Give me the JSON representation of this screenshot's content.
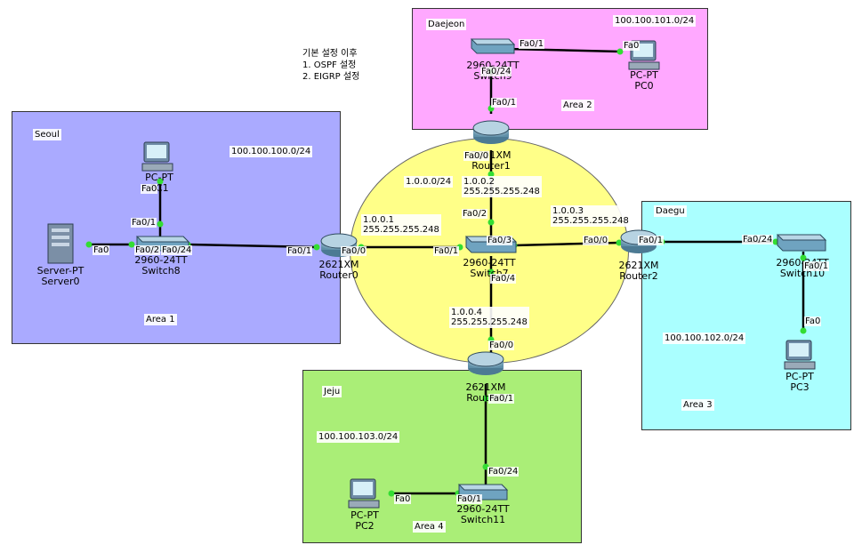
{
  "note": {
    "line1": "기본 설정 이후",
    "line2": "1. OSPF 설정",
    "line3": "2. EIGRP 설정"
  },
  "areas": {
    "seoul": {
      "name": "Seoul",
      "area": "Area 1",
      "net": "100.100.100.0/24",
      "color": "#aaaaff"
    },
    "daejeon": {
      "name": "Daejeon",
      "area": "Area 2",
      "net": "100.100.101.0/24",
      "color": "#ffa8ff"
    },
    "daegu": {
      "name": "Daegu",
      "area": "Area 3",
      "net": "100.100.102.0/24",
      "color": "#aaffff"
    },
    "jeju": {
      "name": "Jeju",
      "area": "Area 4",
      "net": "100.100.103.0/24",
      "color": "#aaee77"
    },
    "backbone": {
      "net": "1.0.0.0/24",
      "color": "#ffff88"
    }
  },
  "ips": {
    "r0_ip": "1.0.0.1",
    "r0_mask": "255.255.255.248",
    "r1_ip": "1.0.0.2",
    "r1_mask": "255.255.255.248",
    "r2_ip": "1.0.0.3",
    "r2_mask": "255.255.255.248",
    "r3_ip": "1.0.0.4",
    "r3_mask": "255.255.255.248"
  },
  "devices": {
    "server0": {
      "model": "Server-PT",
      "name": "Server0"
    },
    "pc1": {
      "model": "PC-PT",
      "name": "PC1"
    },
    "switch8": {
      "model": "2960-24TT",
      "name": "Switch8"
    },
    "router0": {
      "model": "2621XM",
      "name": "Router0"
    },
    "switch9": {
      "model": "2960-24TT",
      "name": "Switch9"
    },
    "pc0": {
      "model": "PC-PT",
      "name": "PC0"
    },
    "router1": {
      "model": "2621XM",
      "name": "Router1"
    },
    "switch_core": {
      "model": "2960-24TT",
      "name": "Switch7"
    },
    "router2": {
      "model": "2621XM",
      "name": "Router2"
    },
    "switch10": {
      "model": "2960-24TT",
      "name": "Switch10"
    },
    "pc3": {
      "model": "PC-PT",
      "name": "PC3"
    },
    "router3": {
      "model": "2621XM",
      "name": "Router3"
    },
    "switch11": {
      "model": "2960-24TT",
      "name": "Switch11"
    },
    "pc2": {
      "model": "PC-PT",
      "name": "PC2"
    }
  },
  "ports": {
    "server0_fa0": "Fa0",
    "sw8_fa02": "Fa0/2",
    "sw8_fa024": "Fa0/24",
    "sw8_fa01": "Fa0/1",
    "pc1_fa0": "Fa0",
    "r0_fa01": "Fa0/1",
    "r0_fa00": "Fa0/0",
    "sw9_fa01": "Fa0/1",
    "sw9_fa024": "Fa0/24",
    "pc0_fa0": "Fa0",
    "r1_fa01": "Fa0/1",
    "r1_fa00": "Fa0/0",
    "core_fa01": "Fa0/1",
    "core_fa02": "Fa0/2",
    "core_fa03": "Fa0/3",
    "core_fa04": "Fa0/4",
    "r2_fa00": "Fa0/0",
    "r2_fa01": "Fa0/1",
    "sw10_fa024": "Fa0/24",
    "sw10_fa01": "Fa0/1",
    "pc3_fa0": "Fa0",
    "r3_fa00": "Fa0/0",
    "r3_fa01": "Fa0/1",
    "sw11_fa024": "Fa0/24",
    "sw11_fa01": "Fa0/1",
    "pc2_fa0": "Fa0"
  },
  "colors": {
    "link": "#000000",
    "port_up": "#33dd33",
    "router": "#5f8fa8",
    "switch": "#6fa3c0"
  }
}
